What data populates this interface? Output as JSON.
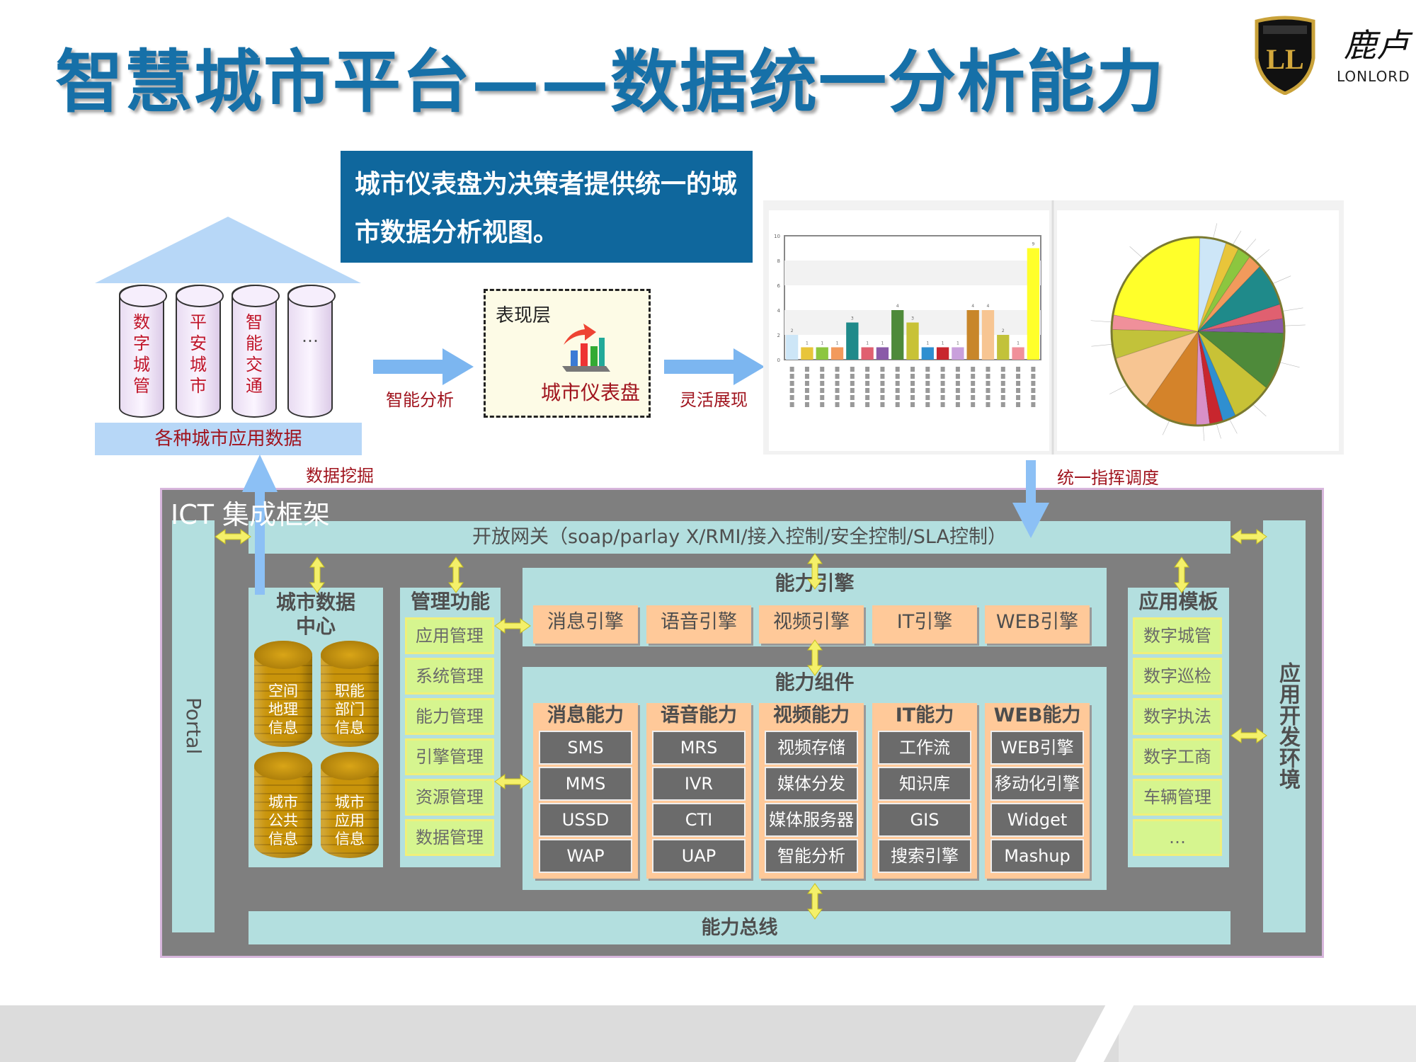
{
  "title": "智慧城市平台——数据统一分析能力",
  "logo": {
    "badge_text": "LONLORD",
    "badge_letters": "LL",
    "brand_cn": "鹿卢",
    "brand_en": "LONLORD"
  },
  "callout": "城市仪表盘为决策者提供统一的城市数据分析视图。",
  "data_sources": {
    "items": [
      "数字城管",
      "平安城市",
      "智能交通",
      "…"
    ],
    "base_label": "各种城市应用数据"
  },
  "flow": {
    "analysis_label": "智能分析",
    "presentation_layer": "表现层",
    "dashboard_label": "城市仪表盘",
    "display_label": "灵活展现",
    "mining_label": "数据挖掘",
    "command_label": "统一指挥调度"
  },
  "ict": {
    "title": "ICT 集成框架",
    "portal": "Portal",
    "gateway": "开放网关（soap/parlay X/RMI/接入控制/安全控制/SLA控制）",
    "bus": "能力总线",
    "dev_env": "应用开发环境",
    "data_center": {
      "title": "城市数据中心",
      "items": [
        "空间地理信息",
        "职能部门信息",
        "城市公共信息",
        "城市应用信息"
      ]
    },
    "management": {
      "title": "管理功能",
      "items": [
        "应用管理",
        "系统管理",
        "能力管理",
        "引擎管理",
        "资源管理",
        "数据管理"
      ]
    },
    "engines": {
      "title": "能力引擎",
      "items": [
        "消息引擎",
        "语音引擎",
        "视频引擎",
        "IT引擎",
        "WEB引擎"
      ]
    },
    "components": {
      "title": "能力组件",
      "columns": [
        {
          "title": "消息能力",
          "items": [
            "SMS",
            "MMS",
            "USSD",
            "WAP"
          ]
        },
        {
          "title": "语音能力",
          "items": [
            "MRS",
            "IVR",
            "CTI",
            "UAP"
          ]
        },
        {
          "title": "视频能力",
          "items": [
            "视频存储",
            "媒体分发",
            "媒体服务器",
            "智能分析"
          ]
        },
        {
          "title": "IT能力",
          "items": [
            "工作流",
            "知识库",
            "GIS",
            "搜索引擎"
          ]
        },
        {
          "title": "WEB能力",
          "items": [
            "WEB引擎",
            "移动化引擎",
            "Widget",
            "Mashup"
          ]
        }
      ]
    },
    "templates": {
      "title": "应用模板",
      "items": [
        "数字城管",
        "数字巡检",
        "数字执法",
        "数字工商",
        "车辆管理",
        "…"
      ]
    }
  },
  "chart_data": [
    {
      "type": "bar",
      "ylim": [
        0,
        10
      ],
      "yticks": [
        0,
        2,
        4,
        6,
        8,
        10
      ],
      "values": [
        2,
        1,
        1,
        1,
        3,
        1,
        1,
        4,
        3,
        1,
        1,
        1,
        4,
        4,
        2,
        1,
        9
      ],
      "colors": [
        "#cde6f7",
        "#e8c53a",
        "#8cc63f",
        "#f29a5c",
        "#1f8a8a",
        "#e06070",
        "#8a5aa8",
        "#4e8a3a",
        "#c8c236",
        "#2f8fd0",
        "#c8262e",
        "#c9a0dc",
        "#c8862a",
        "#f7c592",
        "#c2c23a",
        "#f0909a",
        "#ffff2a"
      ]
    },
    {
      "type": "pie",
      "values": [
        2,
        1,
        1,
        1,
        3,
        1,
        1,
        4,
        3,
        1,
        1,
        1,
        4,
        4,
        2,
        1,
        9
      ],
      "colors": [
        "#cde6f7",
        "#e8c53a",
        "#8cc63f",
        "#f29a5c",
        "#1f8a8a",
        "#e06070",
        "#8a5aa8",
        "#4e8a3a",
        "#c8c236",
        "#2f8fd0",
        "#c8262e",
        "#d890c8",
        "#d4832a",
        "#f7c592",
        "#c2c23a",
        "#f0909a",
        "#ffff2a"
      ]
    }
  ]
}
